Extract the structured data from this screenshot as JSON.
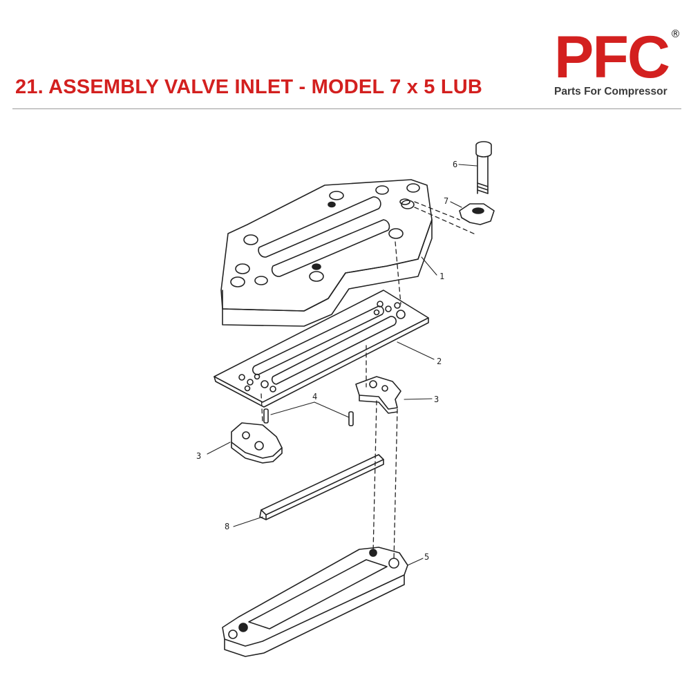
{
  "header": {
    "title": "21. ASSEMBLY VALVE INLET - MODEL 7 x 5 LUB"
  },
  "logo": {
    "letters": "PFC",
    "registered": "®",
    "tagline": "Parts For Compressor",
    "color": "#d3201f"
  },
  "diagram": {
    "callouts": [
      "1",
      "2",
      "3",
      "3",
      "4",
      "5",
      "6",
      "7",
      "8"
    ]
  }
}
